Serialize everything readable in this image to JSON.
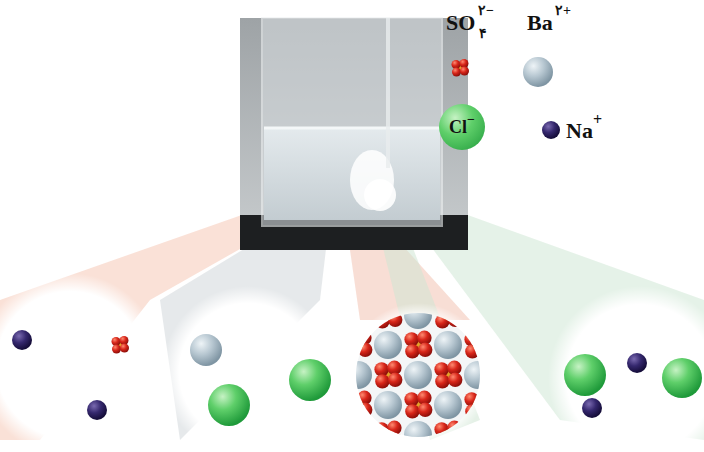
{
  "diagram": {
    "nodes": [
      {
        "text": [
          "Cl",
          "−"
        ]
      }
    ],
    "labels": [
      "SO",
      "۴",
      "۲−",
      "Ba",
      "۲+",
      "Na",
      "+"
    ]
  }
}
